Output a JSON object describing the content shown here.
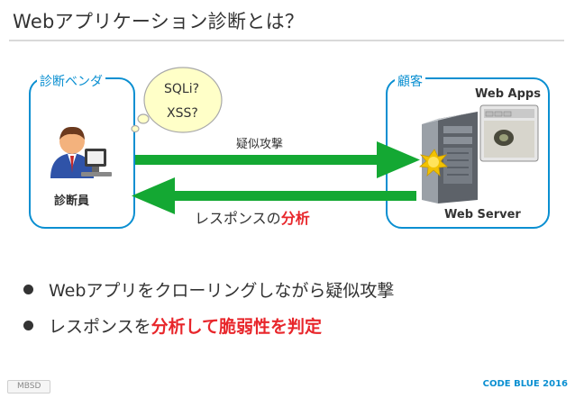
{
  "slide": {
    "title": "Webアプリケーション診断とは？"
  },
  "diagram": {
    "vendor_box_label": "診断ベンダ",
    "customer_box_label": "顧客",
    "thought_bubble": {
      "line1": "SQLi?",
      "line2": "XSS?"
    },
    "tester_label": "診断員",
    "web_apps_label": "Web Apps",
    "web_server_label": "Web Server",
    "attack_label": "疑似攻撃",
    "response_label_prefix": "レスポンスの",
    "response_label_emphasis": "分析",
    "colors": {
      "box": "#0a8fd1",
      "arrow": "#14a833",
      "emphasis": "#e8262b"
    }
  },
  "bullets": [
    {
      "text": "Webアプリをクローリングしながら疑似攻撃"
    },
    {
      "prefix": "レスポンスを",
      "emphasis": "分析して脆弱性を判定"
    }
  ],
  "footer": {
    "left": "MBSD",
    "right": "CODE BLUE 2016"
  }
}
